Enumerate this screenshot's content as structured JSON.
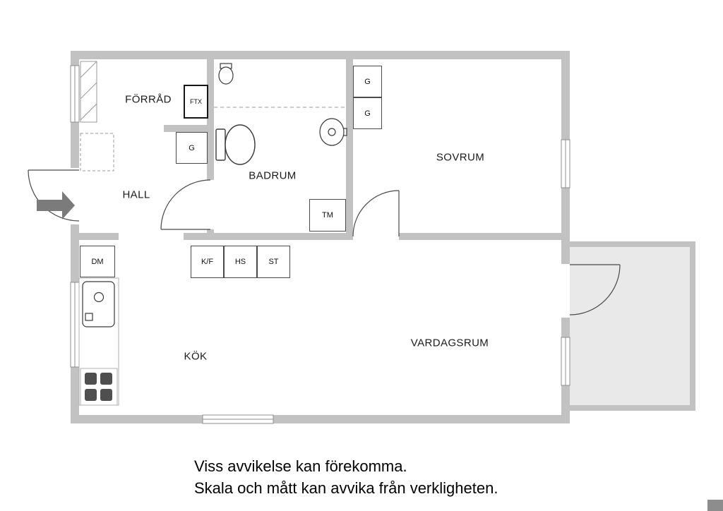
{
  "labels": {
    "forrad": "FÖRRÅD",
    "hall": "HALL",
    "badrum": "BADRUM",
    "sovrum": "SOVRUM",
    "kok": "KÖK",
    "vardagsrum": "VARDAGSRUM",
    "ftx": "FTX",
    "g_hall": "G",
    "g_sovrum_1": "G",
    "g_sovrum_2": "G",
    "tm": "TM",
    "dm": "DM",
    "kf": "K/F",
    "hs": "HS",
    "st": "ST"
  },
  "disclaimer": {
    "line1": "Viss avvikelse kan förekomma.",
    "line2": "Skala och mått kan avvika från verkligheten."
  },
  "colors": {
    "wall": "#c2c2c2",
    "balcony_floor": "#e9e9e9",
    "entrance_arrow": "#7b7b7b",
    "fixture_outline": "#3a3a3a",
    "text": "#000000"
  }
}
